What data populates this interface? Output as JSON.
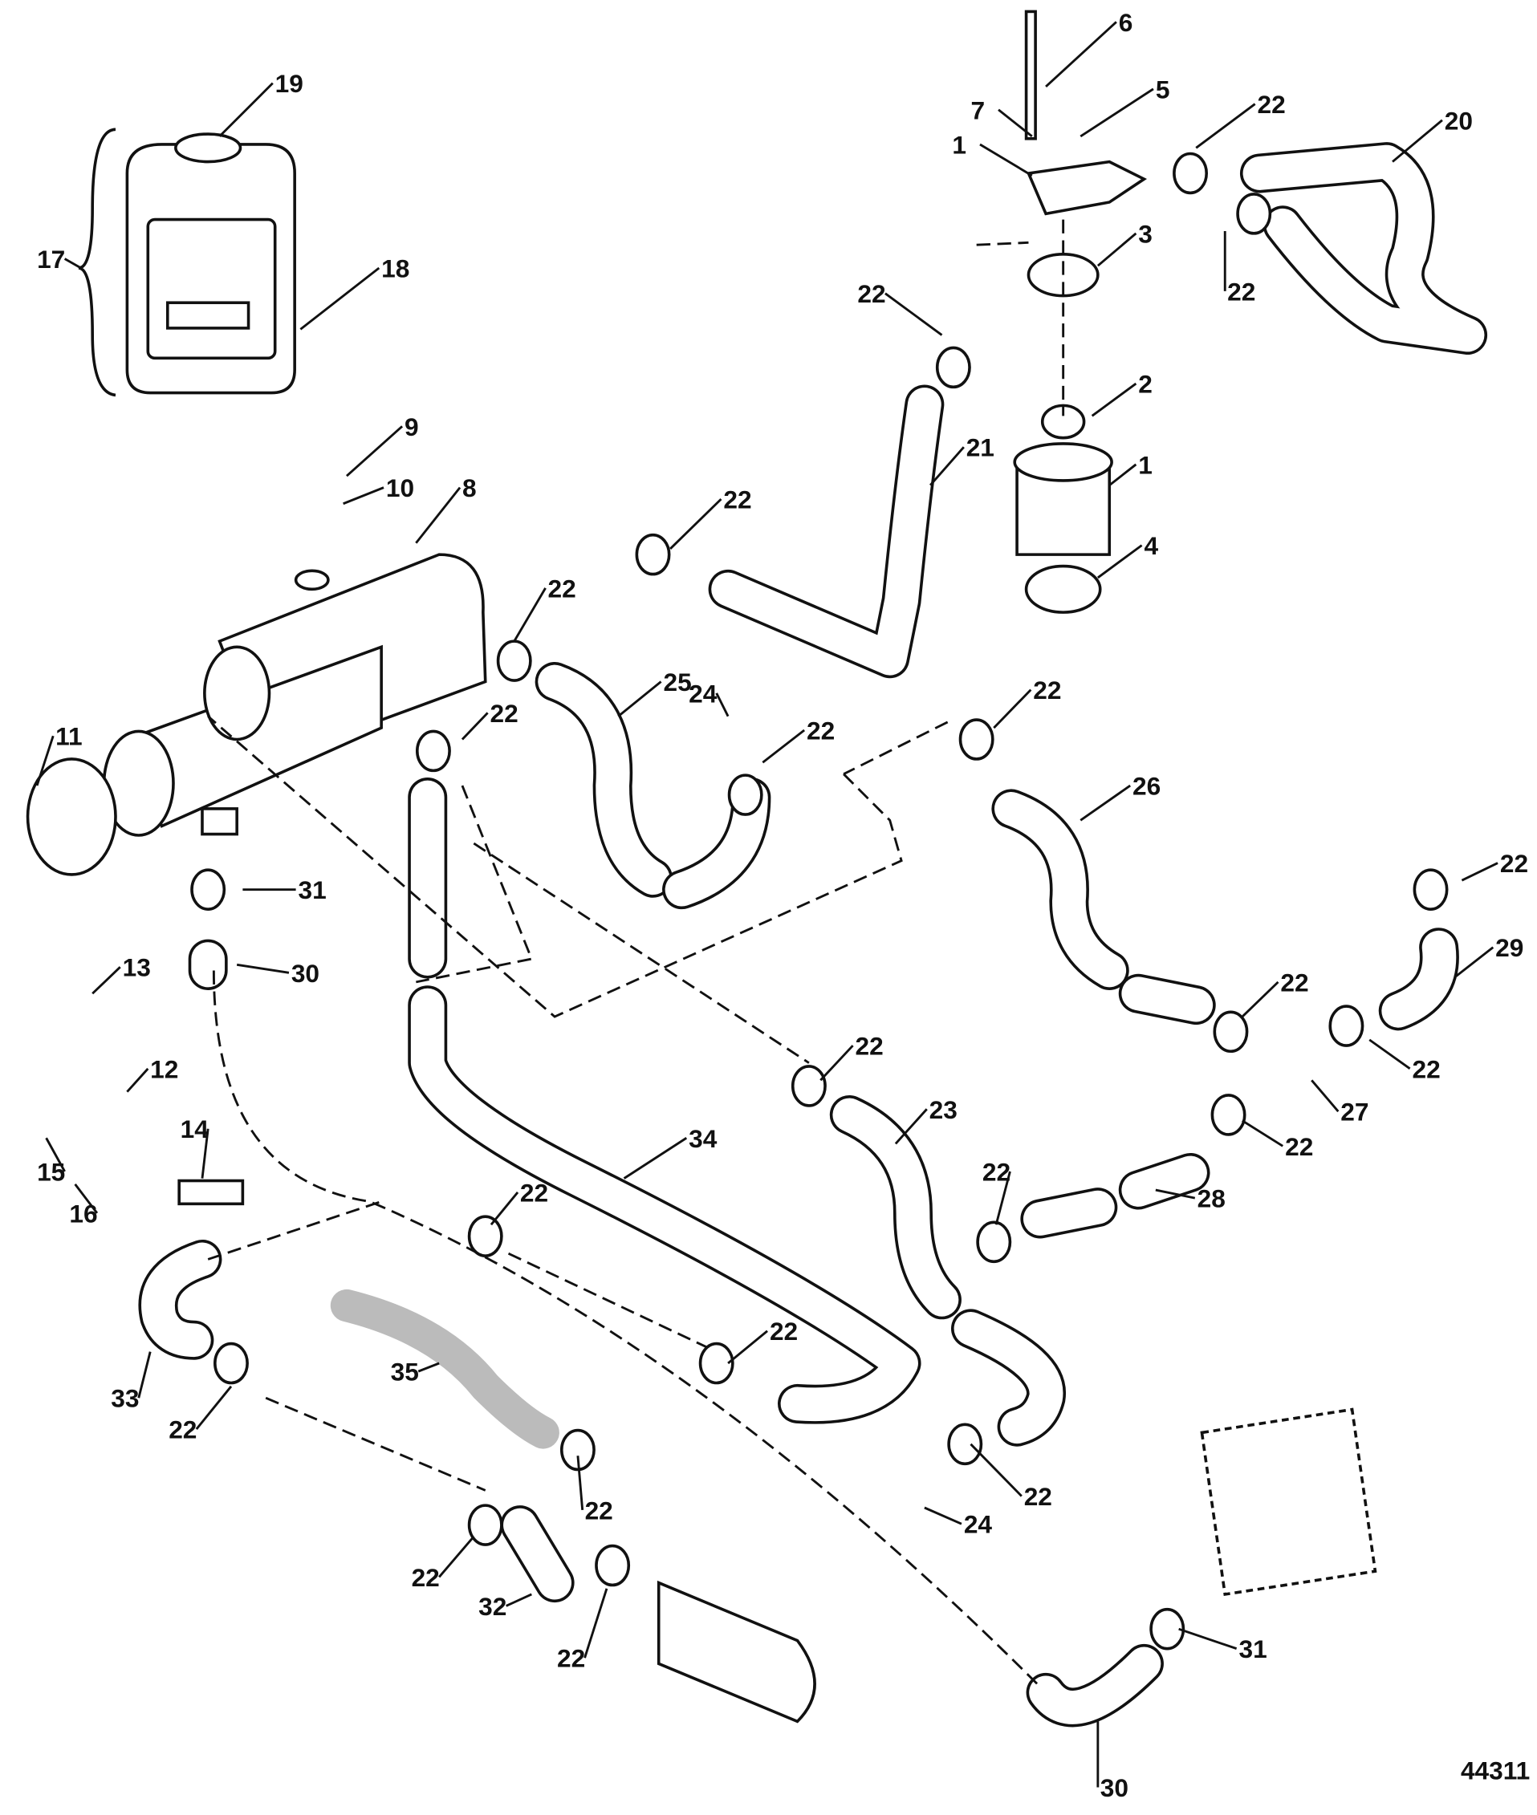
{
  "figure_id": "44311",
  "callouts": [
    {
      "text": "6"
    },
    {
      "text": "5"
    },
    {
      "text": "7"
    },
    {
      "text": "1"
    },
    {
      "text": "22"
    },
    {
      "text": "20"
    },
    {
      "text": "3"
    },
    {
      "text": "22"
    },
    {
      "text": "22"
    },
    {
      "text": "19"
    },
    {
      "text": "17"
    },
    {
      "text": "18"
    },
    {
      "text": "2"
    },
    {
      "text": "1"
    },
    {
      "text": "21"
    },
    {
      "text": "9"
    },
    {
      "text": "10"
    },
    {
      "text": "8"
    },
    {
      "text": "4"
    },
    {
      "text": "22"
    },
    {
      "text": "22"
    },
    {
      "text": "25"
    },
    {
      "text": "22"
    },
    {
      "text": "24"
    },
    {
      "text": "22"
    },
    {
      "text": "22"
    },
    {
      "text": "11"
    },
    {
      "text": "26"
    },
    {
      "text": "22"
    },
    {
      "text": "31"
    },
    {
      "text": "29"
    },
    {
      "text": "30"
    },
    {
      "text": "13"
    },
    {
      "text": "22"
    },
    {
      "text": "22"
    },
    {
      "text": "12"
    },
    {
      "text": "22"
    },
    {
      "text": "27"
    },
    {
      "text": "23"
    },
    {
      "text": "14"
    },
    {
      "text": "34"
    },
    {
      "text": "22"
    },
    {
      "text": "15"
    },
    {
      "text": "16"
    },
    {
      "text": "22"
    },
    {
      "text": "28"
    },
    {
      "text": "22"
    },
    {
      "text": "22"
    },
    {
      "text": "33"
    },
    {
      "text": "22"
    },
    {
      "text": "35"
    },
    {
      "text": "22"
    },
    {
      "text": "24"
    },
    {
      "text": "22"
    },
    {
      "text": "22"
    },
    {
      "text": "32"
    },
    {
      "text": "22"
    },
    {
      "text": "31"
    },
    {
      "text": "30"
    }
  ]
}
